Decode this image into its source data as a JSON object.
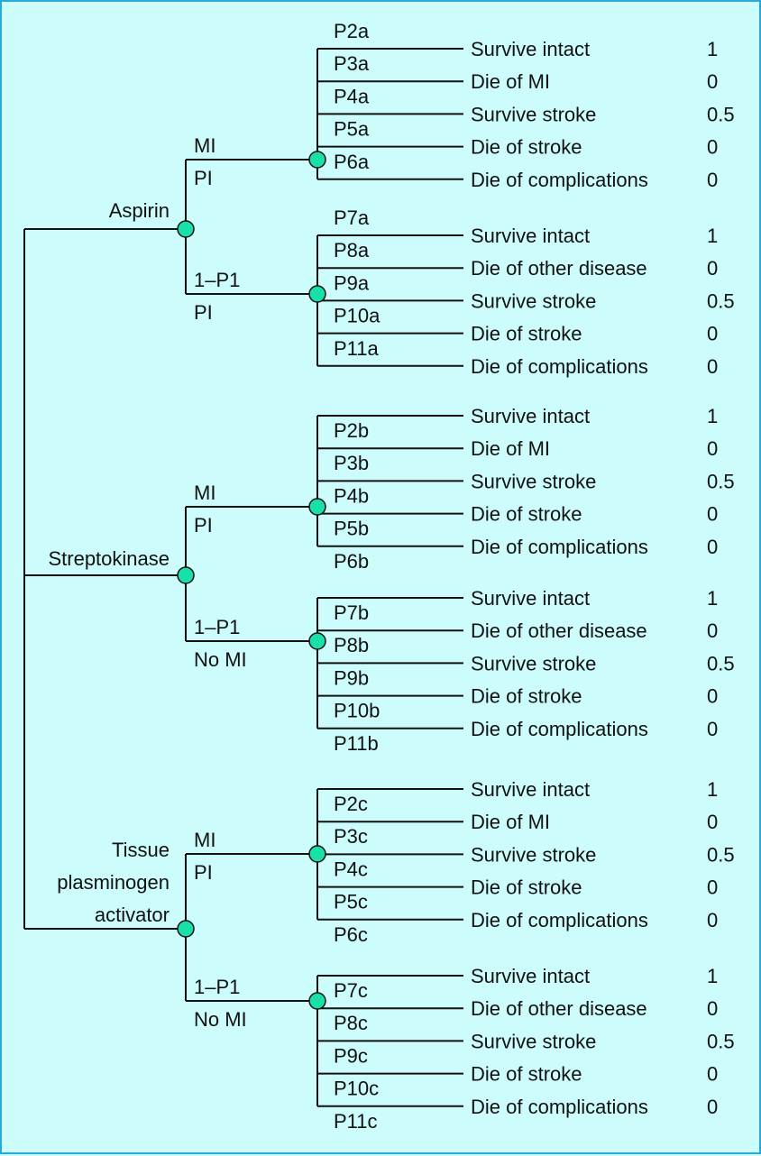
{
  "colors": {
    "background": "#ccfcfc",
    "border": "#2aa8d8",
    "node_fill": "#18e0a8",
    "line": "#111111"
  },
  "treatments": [
    {
      "label_lines": [
        "Aspirin"
      ],
      "branches": [
        {
          "upper": "MI",
          "lower": "PI",
          "probs": [
            "P2a",
            "P3a",
            "P4a",
            "P5a",
            "P6a"
          ],
          "outcomes": [
            {
              "label": "Survive intact",
              "value": "1"
            },
            {
              "label": "Die of MI",
              "value": "0"
            },
            {
              "label": "Survive stroke",
              "value": "0.5"
            },
            {
              "label": "Die of stroke",
              "value": "0"
            },
            {
              "label": "Die of complications",
              "value": "0"
            }
          ]
        },
        {
          "upper": "1–P1",
          "lower": "PI",
          "probs": [
            "P7a",
            "P8a",
            "P9a",
            "P10a",
            "P11a"
          ],
          "outcomes": [
            {
              "label": "Survive intact",
              "value": "1"
            },
            {
              "label": "Die of other disease",
              "value": "0"
            },
            {
              "label": "Survive stroke",
              "value": "0.5"
            },
            {
              "label": "Die of stroke",
              "value": "0"
            },
            {
              "label": "Die of complications",
              "value": "0"
            }
          ]
        }
      ]
    },
    {
      "label_lines": [
        "Streptokinase"
      ],
      "branches": [
        {
          "upper": "MI",
          "lower": "PI",
          "probs": [
            "P2b",
            "P3b",
            "P4b",
            "P5b",
            "P6b"
          ],
          "outcomes": [
            {
              "label": "Survive intact",
              "value": "1"
            },
            {
              "label": "Die of MI",
              "value": "0"
            },
            {
              "label": "Survive stroke",
              "value": "0.5"
            },
            {
              "label": "Die of stroke",
              "value": "0"
            },
            {
              "label": "Die of complications",
              "value": "0"
            }
          ]
        },
        {
          "upper": "1–P1",
          "lower": "No MI",
          "probs": [
            "P7b",
            "P8b",
            "P9b",
            "P10b",
            "P11b"
          ],
          "outcomes": [
            {
              "label": "Survive intact",
              "value": "1"
            },
            {
              "label": "Die of other disease",
              "value": "0"
            },
            {
              "label": "Survive stroke",
              "value": "0.5"
            },
            {
              "label": "Die of stroke",
              "value": "0"
            },
            {
              "label": "Die of complications",
              "value": "0"
            }
          ]
        }
      ]
    },
    {
      "label_lines": [
        "Tissue",
        "plasminogen",
        "activator"
      ],
      "branches": [
        {
          "upper": "MI",
          "lower": "PI",
          "probs": [
            "P2c",
            "P3c",
            "P4c",
            "P5c",
            "P6c"
          ],
          "outcomes": [
            {
              "label": "Survive intact",
              "value": "1"
            },
            {
              "label": "Die of MI",
              "value": "0"
            },
            {
              "label": "Survive stroke",
              "value": "0.5"
            },
            {
              "label": "Die of stroke",
              "value": "0"
            },
            {
              "label": "Die of complications",
              "value": "0"
            }
          ]
        },
        {
          "upper": "1–P1",
          "lower": "No MI",
          "probs": [
            "P7c",
            "P8c",
            "P9c",
            "P10c",
            "P11c"
          ],
          "outcomes": [
            {
              "label": "Survive intact",
              "value": "1"
            },
            {
              "label": "Die of other disease",
              "value": "0"
            },
            {
              "label": "Survive stroke",
              "value": "0.5"
            },
            {
              "label": "Die of stroke",
              "value": "0"
            },
            {
              "label": "Die of complications",
              "value": "0"
            }
          ]
        }
      ]
    }
  ]
}
